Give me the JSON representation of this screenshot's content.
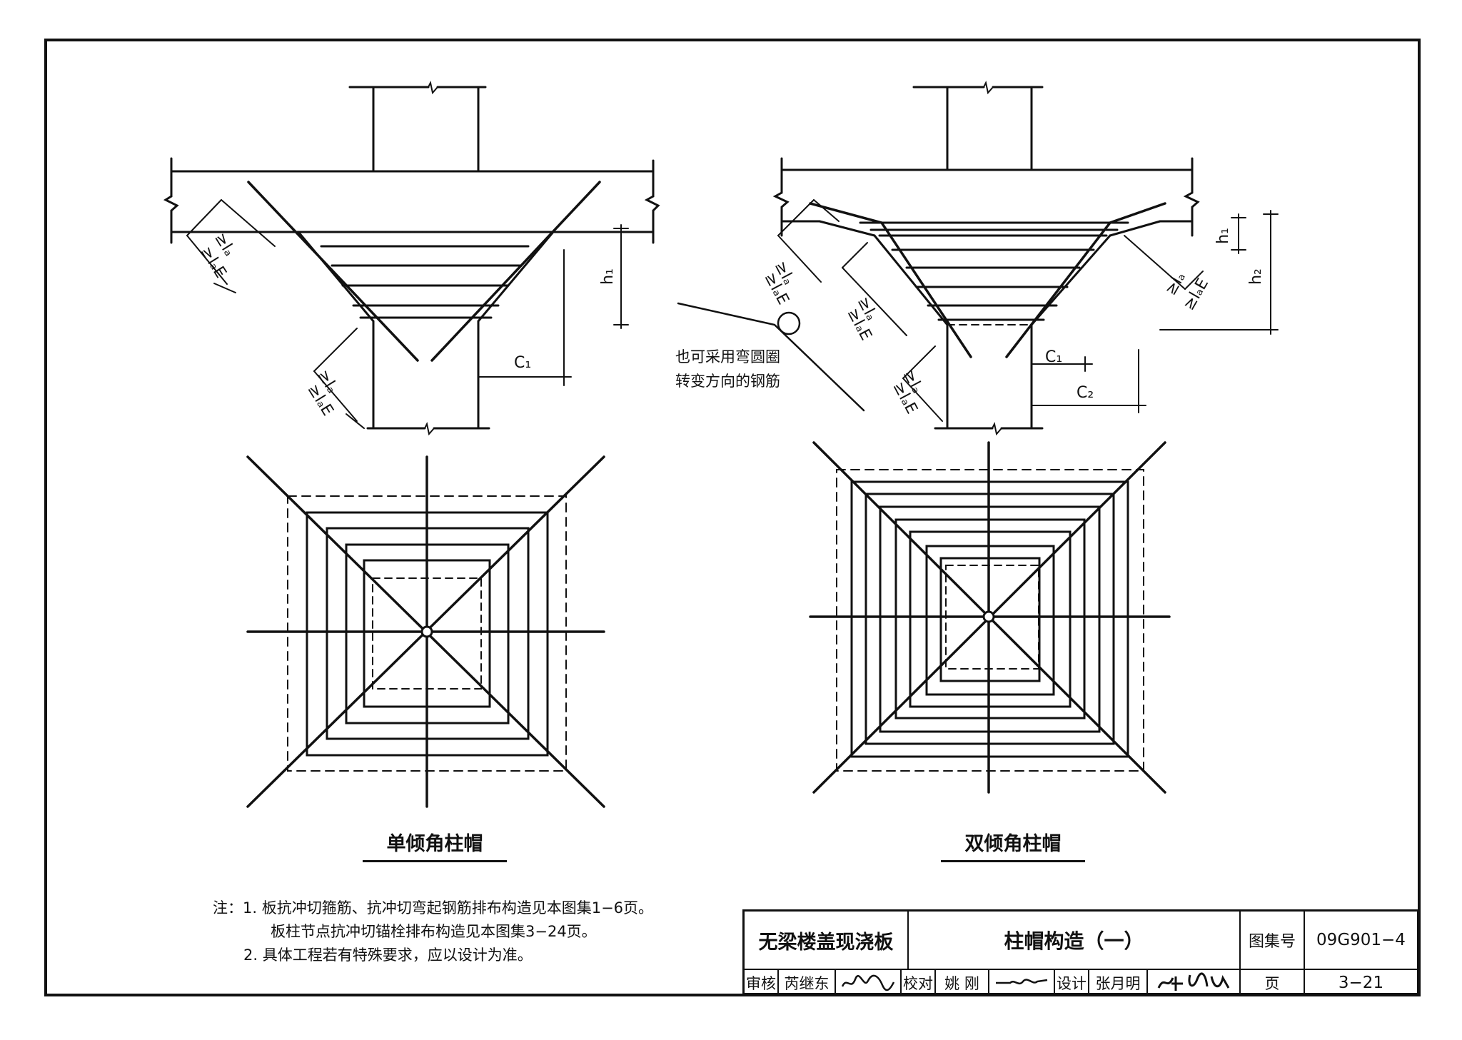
{
  "drawings": [
    {
      "title": "单倾角柱帽"
    },
    {
      "title": "双倾角柱帽"
    }
  ],
  "dimension_labels": {
    "la": "≥lₐ",
    "lae": "≥lₐE",
    "h1": "h₁",
    "h2": "h₂",
    "c1": "C₁",
    "c2": "C₂"
  },
  "callout": {
    "line1": "也可采用弯圆圈",
    "line2": "转变方向的钢筋"
  },
  "notes": {
    "prefix": "注：",
    "item1": "1. 板抗冲切箍筋、抗冲切弯起钢筋排布构造见本图集1−6页。",
    "item1b": "板柱节点抗冲切锚栓排布构造见本图集3−24页。",
    "item2": "2. 具体工程若有特殊要求，应以设计为准。"
  },
  "title_block": {
    "project": "无梁楼盖现浇板",
    "drawing_title": "柱帽构造（一）",
    "atlas_label": "图集号",
    "atlas_no": "09G901−4",
    "review_label": "审核",
    "reviewer": "芮继东",
    "check_label": "校对",
    "checker": "姚 刚",
    "design_label": "设计",
    "designer": "张月明",
    "page_label": "页",
    "page_no": "3−21"
  }
}
